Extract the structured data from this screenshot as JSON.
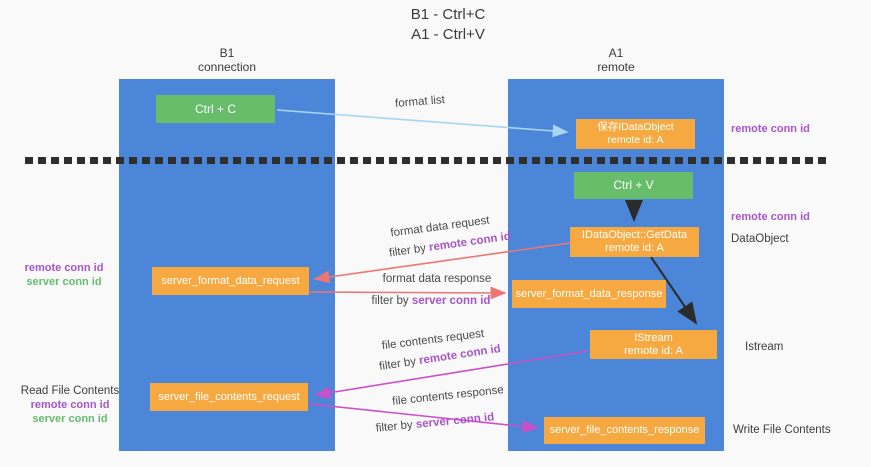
{
  "title": {
    "line1": "B1 - Ctrl+C",
    "line2": "A1 - Ctrl+V"
  },
  "columns": {
    "b1": {
      "title": "B1",
      "subtitle": "connection"
    },
    "a1": {
      "title": "A1",
      "subtitle": "remote"
    }
  },
  "nodes": {
    "ctrl_c": {
      "label": "Ctrl + C"
    },
    "saved_idataobject": {
      "line1": "保存IDataObject",
      "line2": "remote id: A"
    },
    "ctrl_v": {
      "label": "Ctrl + V"
    },
    "idataobject_getdata": {
      "line1": "IDataObject::GetData",
      "line2": "remote id: A"
    },
    "server_format_data_request": {
      "label": "server_format_data_request"
    },
    "server_format_data_response": {
      "label": "server_format_data_response"
    },
    "istream": {
      "line1": "IStream",
      "line2": "remote id: A"
    },
    "server_file_contents_request": {
      "label": "server_file_contents_request"
    },
    "server_file_contents_response": {
      "label": "server_file_contents_response"
    }
  },
  "arrow_labels": {
    "format_list": "format list",
    "format_data_request": "format data request",
    "format_data_response": "format data response",
    "file_contents_request": "file contents request",
    "file_contents_response": "file contents response",
    "filter_by": "filter by",
    "remote_conn_id": "remote conn id",
    "server_conn_id": "server conn id"
  },
  "side_labels": {
    "right_top_remote_conn_id": "remote conn id",
    "right_mid_remote_conn_id": "remote conn id",
    "dataobject": "DataObject",
    "istream": "Istream",
    "write_file_contents": "Write File Contents",
    "left_mid_remote_conn_id": "remote conn id",
    "left_mid_server_conn_id": "server conn id",
    "read_file_contents": "Read File Contents",
    "left_bottom_remote_conn_id": "remote conn id",
    "left_bottom_server_conn_id": "server conn id"
  },
  "colors": {
    "background": "#f9f9fa",
    "column_blue": "#4c86d8",
    "node_orange": "#f7a941",
    "node_green": "#68bd6b",
    "purple_text": "#a855c8",
    "green_text": "#63bd6d",
    "arrow_salmon": "#ee7672",
    "arrow_magenta": "#cb4fc6",
    "arrow_light_blue": "#a7d5f2",
    "arrow_black": "#2b2b2b",
    "dashed_line": "#2e2e2e"
  }
}
